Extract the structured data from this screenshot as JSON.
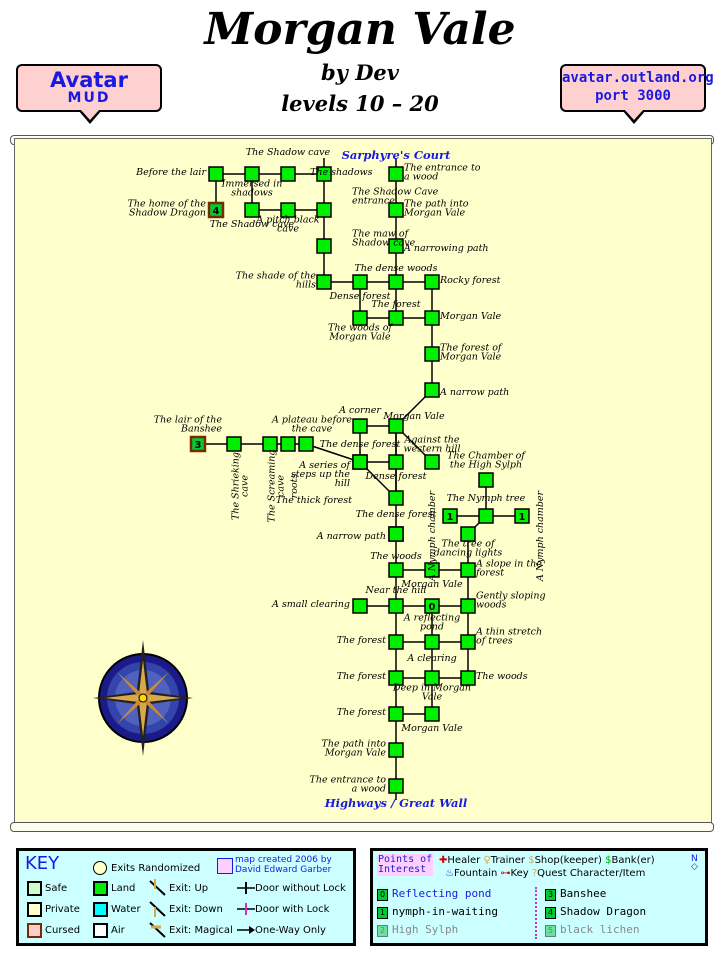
{
  "header": {
    "title": "Morgan Vale",
    "byline": "by Dev",
    "levels": "levels 10 – 20"
  },
  "badges": {
    "avatar": "Avatar",
    "mud": "MUD",
    "site": "avatar.outland.org",
    "port": "port 3000"
  },
  "map": {
    "top_label": "Sarphyre's Court",
    "bottom_label": "Highways / Great Wall",
    "rooms": [
      {
        "id": "r1",
        "label": "Before the lair",
        "type": "land"
      },
      {
        "id": "r2",
        "label": "Immersed in shadows",
        "type": "land"
      },
      {
        "id": "r3",
        "label": "The Shadow cave",
        "type": "land"
      },
      {
        "id": "r4",
        "label": "The shadows",
        "type": "land"
      },
      {
        "id": "r5",
        "label": "The entrance to a wood",
        "type": "land"
      },
      {
        "id": "r6",
        "label": "The home of the Shadow Dragon",
        "type": "land",
        "poi": "4"
      },
      {
        "id": "r7",
        "label": "The Shadow cave",
        "type": "land"
      },
      {
        "id": "r8",
        "label": "A pitch black cave",
        "type": "land"
      },
      {
        "id": "r9",
        "label": "The Shadow Cave entrance",
        "type": "land"
      },
      {
        "id": "r10",
        "label": "The path into Morgan Vale",
        "type": "land"
      },
      {
        "id": "r11",
        "label": "The maw of Shadow cave",
        "type": "land"
      },
      {
        "id": "r12",
        "label": "A narrowing path",
        "type": "land"
      },
      {
        "id": "r13",
        "label": "The shade of the hills",
        "type": "land"
      },
      {
        "id": "r14",
        "label": "Dense forest",
        "type": "land"
      },
      {
        "id": "r15",
        "label": "The dense woods",
        "type": "land"
      },
      {
        "id": "r16",
        "label": "Rocky forest",
        "type": "land"
      },
      {
        "id": "r17",
        "label": "The woods of Morgan Vale",
        "type": "land"
      },
      {
        "id": "r18",
        "label": "The forest",
        "type": "land"
      },
      {
        "id": "r19",
        "label": "Morgan Vale",
        "type": "land"
      },
      {
        "id": "r20",
        "label": "The forest of Morgan Vale",
        "type": "land"
      },
      {
        "id": "r21",
        "label": "A narrow path",
        "type": "land"
      },
      {
        "id": "r22",
        "label": "The lair of the Banshee",
        "type": "land",
        "poi": "3"
      },
      {
        "id": "r23",
        "label": "The Shrieking cave",
        "type": "land"
      },
      {
        "id": "r24",
        "label": "The Screaming cave",
        "type": "land"
      },
      {
        "id": "r25",
        "label": "roots",
        "type": "land"
      },
      {
        "id": "r26",
        "label": "A plateau before the cave",
        "type": "land"
      },
      {
        "id": "r27",
        "label": "A corner",
        "type": "land"
      },
      {
        "id": "r28",
        "label": "Morgan Vale",
        "type": "land"
      },
      {
        "id": "r29",
        "label": "The dense forest",
        "type": "land"
      },
      {
        "id": "r30",
        "label": "Against the western hill",
        "type": "land"
      },
      {
        "id": "r31",
        "label": "A series of steps up the hill",
        "type": "land"
      },
      {
        "id": "r32",
        "label": "Dense forest",
        "type": "land"
      },
      {
        "id": "r33",
        "label": "The Chamber of the High Sylph",
        "type": "land"
      },
      {
        "id": "r34",
        "label": "The thick forest",
        "type": "land"
      },
      {
        "id": "r35",
        "label": "The Nymph tree",
        "type": "land"
      },
      {
        "id": "r36",
        "label": "The dense forest",
        "type": "land"
      },
      {
        "id": "r37",
        "label": "A Nymph chamber",
        "type": "land",
        "poi": "1"
      },
      {
        "id": "r38",
        "label": "A Nymph chamber",
        "type": "land",
        "poi": "1"
      },
      {
        "id": "r39",
        "label": "A narrow path",
        "type": "land"
      },
      {
        "id": "r40",
        "label": "The tree of dancing lights",
        "type": "land"
      },
      {
        "id": "r41",
        "label": "The woods",
        "type": "land"
      },
      {
        "id": "r42",
        "label": "Morgan Vale",
        "type": "land"
      },
      {
        "id": "r43",
        "label": "A slope in the forest",
        "type": "land"
      },
      {
        "id": "r44",
        "label": "A small clearing",
        "type": "land"
      },
      {
        "id": "r45",
        "label": "Near the hill",
        "type": "land"
      },
      {
        "id": "r46",
        "label": "A reflecting pond",
        "type": "land",
        "poi": "0"
      },
      {
        "id": "r47",
        "label": "Gently sloping woods",
        "type": "land"
      },
      {
        "id": "r48",
        "label": "The forest",
        "type": "land"
      },
      {
        "id": "r49",
        "label": "A clearing",
        "type": "land"
      },
      {
        "id": "r50",
        "label": "A thin stretch of trees",
        "type": "land"
      },
      {
        "id": "r51",
        "label": "The forest",
        "type": "land"
      },
      {
        "id": "r52",
        "label": "Deep in Morgan Vale",
        "type": "land"
      },
      {
        "id": "r53",
        "label": "The woods",
        "type": "land"
      },
      {
        "id": "r54",
        "label": "The forest",
        "type": "land"
      },
      {
        "id": "r55",
        "label": "Morgan Vale",
        "type": "land"
      },
      {
        "id": "r56",
        "label": "The path into Morgan Vale",
        "type": "land"
      },
      {
        "id": "r57",
        "label": "The entrance to a wood",
        "type": "land"
      }
    ]
  },
  "key": {
    "title": "KEY",
    "exits_randomized": "Exits Randomized",
    "credit_line1": "map created 2006 by",
    "credit_line2": "David Edward Garber",
    "safe": "Safe",
    "private": "Private",
    "cursed": "Cursed",
    "land": "Land",
    "water": "Water",
    "air": "Air",
    "exit_up": "Exit: Up",
    "exit_down": "Exit: Down",
    "exit_magical": "Exit: Magical",
    "door_without_lock": "Door without Lock",
    "door_with_lock": "Door with Lock",
    "one_way": "One-Way Only",
    "colors": {
      "land": "#00ee00",
      "water": "#00ffff",
      "air": "#ffffff",
      "safe": "#ccffcc",
      "private": "#ffffcc",
      "cursed": "#ffcccc"
    }
  },
  "poi": {
    "head1": "Points of",
    "head2": "Interest",
    "healer": "Healer",
    "trainer": "Trainer",
    "shop": "Shop(keeper)",
    "bank": "Bank(er)",
    "fountain": "Fountain",
    "key": "Key",
    "quest": "Quest Character/Item",
    "items": [
      {
        "num": "0",
        "name": "Reflecting pond",
        "color": "#1a1adf"
      },
      {
        "num": "1",
        "name": "nymph-in-waiting",
        "color": "#000000"
      },
      {
        "num": "2",
        "name": "High Sylph",
        "color": "#888888"
      },
      {
        "num": "3",
        "name": "Banshee",
        "color": "#000000"
      },
      {
        "num": "4",
        "name": "Shadow Dragon",
        "color": "#000000"
      },
      {
        "num": "5",
        "name": "black lichen",
        "color": "#888888"
      }
    ]
  }
}
